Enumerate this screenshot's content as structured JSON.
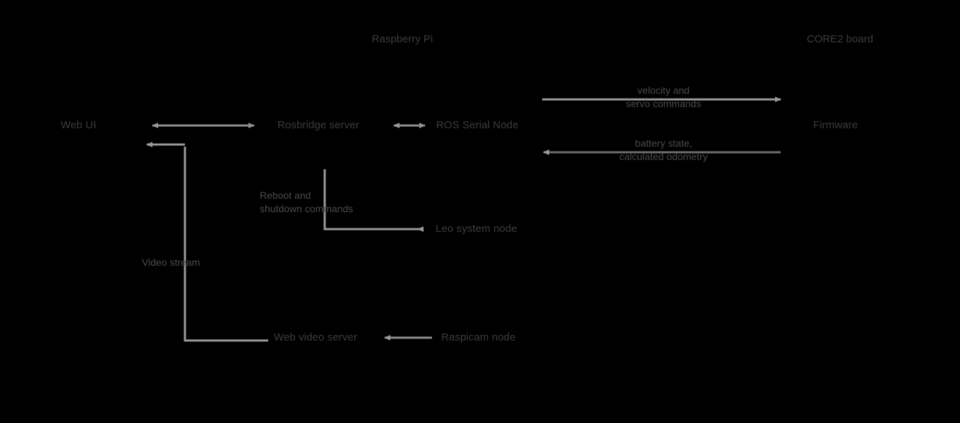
{
  "diagram": {
    "title_top_left": "Raspberry Pi",
    "title_top_right": "CORE2 board",
    "background_color": "#000000",
    "text_color": "#3c3c3c",
    "line_color": "#9a9a9a",
    "nodes": [
      {
        "id": "web-ui",
        "label": "Web UI"
      },
      {
        "id": "rosbridge-server",
        "label": "Rosbridge server"
      },
      {
        "id": "ros-serial-node",
        "label": "ROS Serial Node"
      },
      {
        "id": "firmware",
        "label": "Firmware"
      },
      {
        "id": "leo-system-node",
        "label": "Leo system node"
      },
      {
        "id": "web-video-server",
        "label": "Web video server"
      },
      {
        "id": "raspicam-node",
        "label": "Raspicam node"
      }
    ],
    "edge_labels": [
      {
        "id": "velocity-servo",
        "line1": "velocity and",
        "line2": "servo commands"
      },
      {
        "id": "battery-odometry",
        "line1": "battery state,",
        "line2": "calculated odometry"
      },
      {
        "id": "reboot-shutdown",
        "line1": "Reboot and",
        "line2": "shutdown commands"
      },
      {
        "id": "video-stream",
        "line1": "Video stream",
        "line2": ""
      }
    ]
  }
}
